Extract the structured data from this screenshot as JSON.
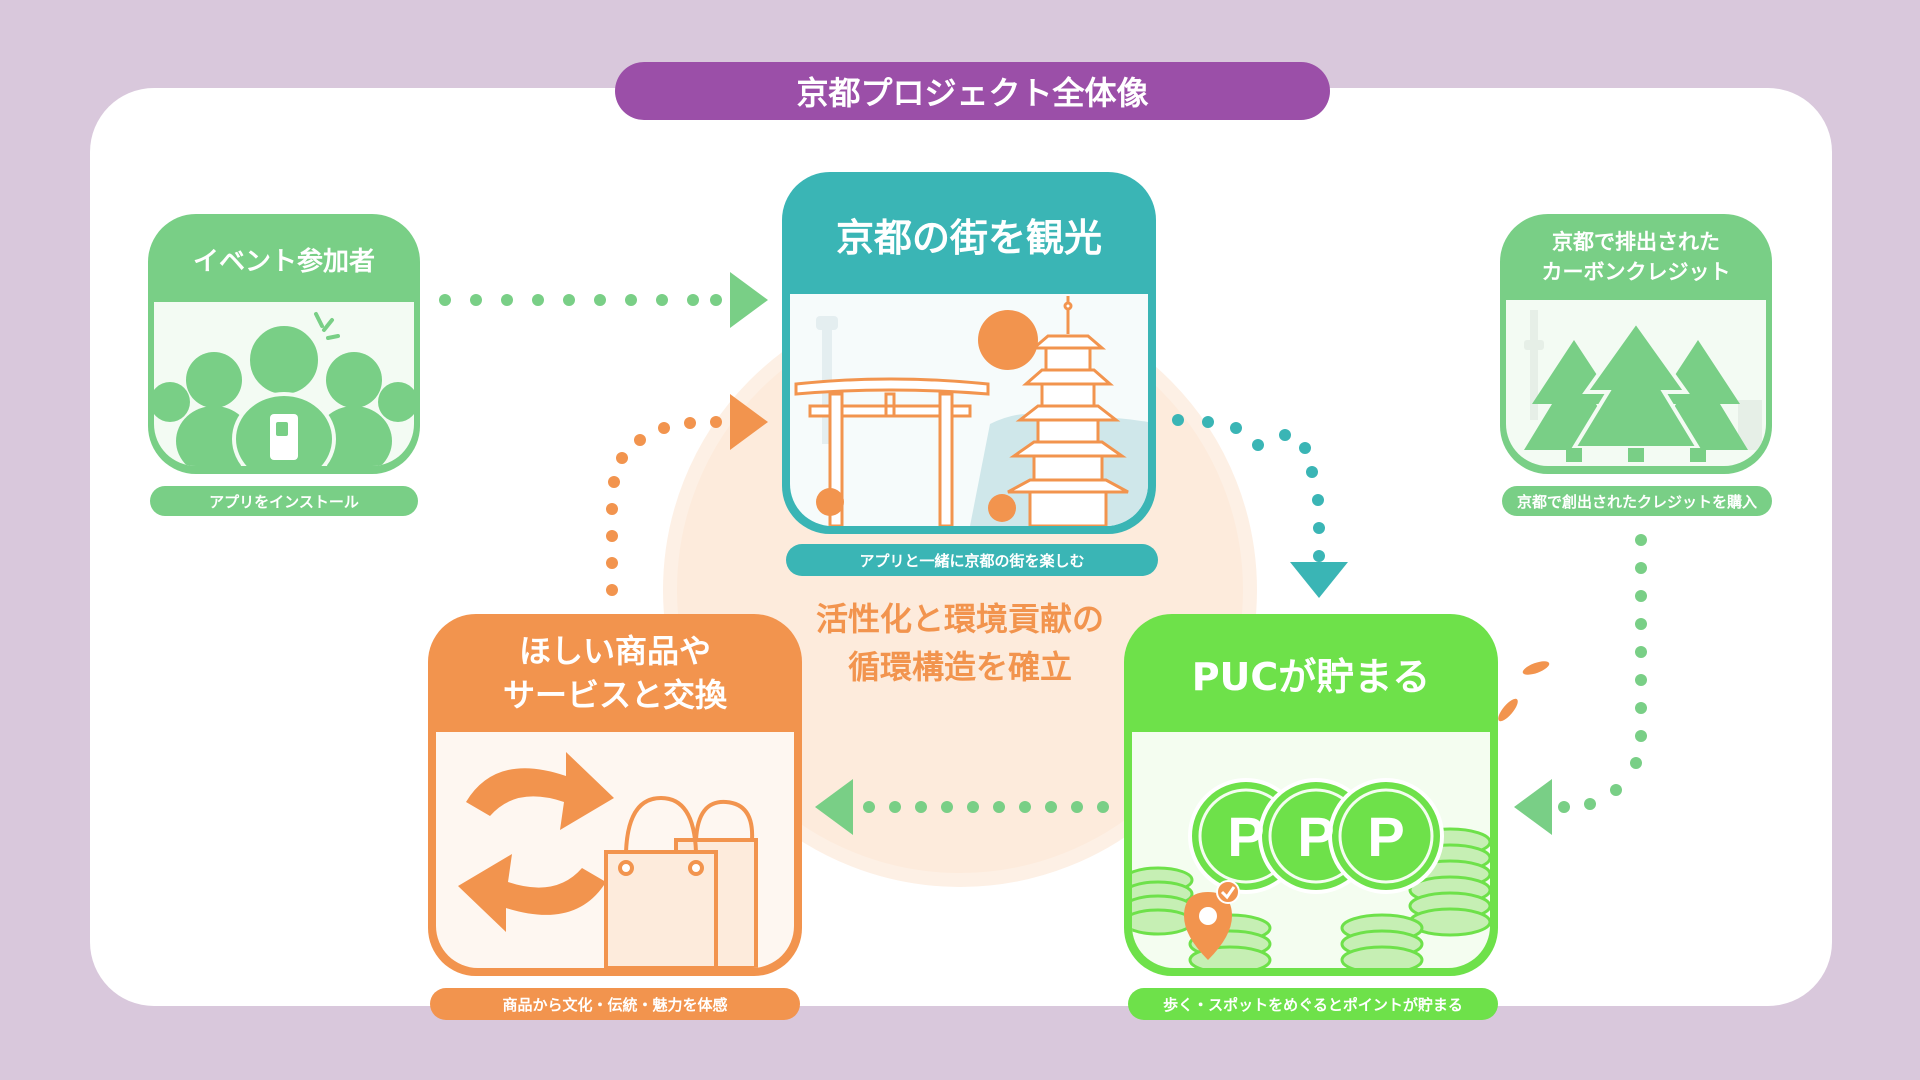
{
  "title": "京都プロジェクト全体像",
  "center": {
    "line1": "活性化と環境貢献の",
    "line2": "循環構造を確立"
  },
  "cards": {
    "participant": {
      "title": "イベント参加者",
      "caption": "アプリをインストール"
    },
    "sightseeing": {
      "title": "京都の街を観光",
      "caption": "アプリと一緒に京都の街を楽しむ"
    },
    "carbon": {
      "title_line1": "京都で排出された",
      "title_line2": "カーボンクレジット",
      "caption": "京都で創出されたクレジットを購入"
    },
    "exchange": {
      "title_line1": "ほしい商品や",
      "title_line2": "サービスと交換",
      "caption": "商品から文化・伝統・魅力を体感"
    },
    "puc": {
      "title": "PUCが貯まる",
      "caption": "歩く・スポットをめぐるとポイントが貯まる",
      "coin_letter": "P"
    }
  },
  "colors": {
    "background": "#d9c8dc",
    "title_purple": "#9b4fa8",
    "green": "#79cf86",
    "teal": "#3ab5b5",
    "orange": "#f2944e",
    "lime": "#6ee14a"
  },
  "icons": [
    "people-group-icon",
    "smartphone-icon",
    "torii-gate-icon",
    "pagoda-icon",
    "sun-icon",
    "pine-trees-icon",
    "exchange-arrows-icon",
    "shopping-bag-icon",
    "point-coins-icon",
    "location-pin-icon",
    "footprints-icon"
  ]
}
